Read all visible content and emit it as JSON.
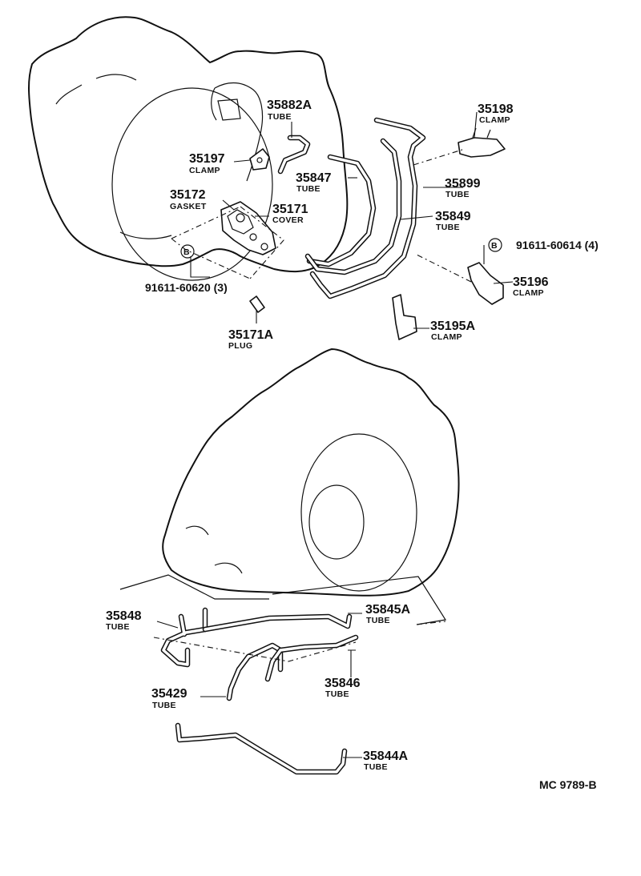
{
  "diagram_code": "MC 9789-B",
  "callouts": {
    "p35882A": {
      "number": "35882A",
      "name": "TUBE"
    },
    "p35197": {
      "number": "35197",
      "name": "CLAMP"
    },
    "p35847": {
      "number": "35847",
      "name": "TUBE"
    },
    "p35172": {
      "number": "35172",
      "name": "GASKET"
    },
    "p35171": {
      "number": "35171",
      "name": "COVER"
    },
    "p35198": {
      "number": "35198",
      "name": "CLAMP"
    },
    "p35899": {
      "number": "35899",
      "name": "TUBE"
    },
    "p35849": {
      "number": "35849",
      "name": "TUBE"
    },
    "p91611_60614": {
      "number": "91611-60614 (4)",
      "badge": "B"
    },
    "p91611_60620": {
      "number": "91611-60620 (3)",
      "badge": "B"
    },
    "p35196": {
      "number": "35196",
      "name": "CLAMP"
    },
    "p35195A": {
      "number": "35195A",
      "name": "CLAMP"
    },
    "p35171A": {
      "number": "35171A",
      "name": "PLUG"
    },
    "p35848": {
      "number": "35848",
      "name": "TUBE"
    },
    "p35845A": {
      "number": "35845A",
      "name": "TUBE"
    },
    "p35846": {
      "number": "35846",
      "name": "TUBE"
    },
    "p35429": {
      "number": "35429",
      "name": "TUBE"
    },
    "p35844A": {
      "number": "35844A",
      "name": "TUBE"
    }
  }
}
